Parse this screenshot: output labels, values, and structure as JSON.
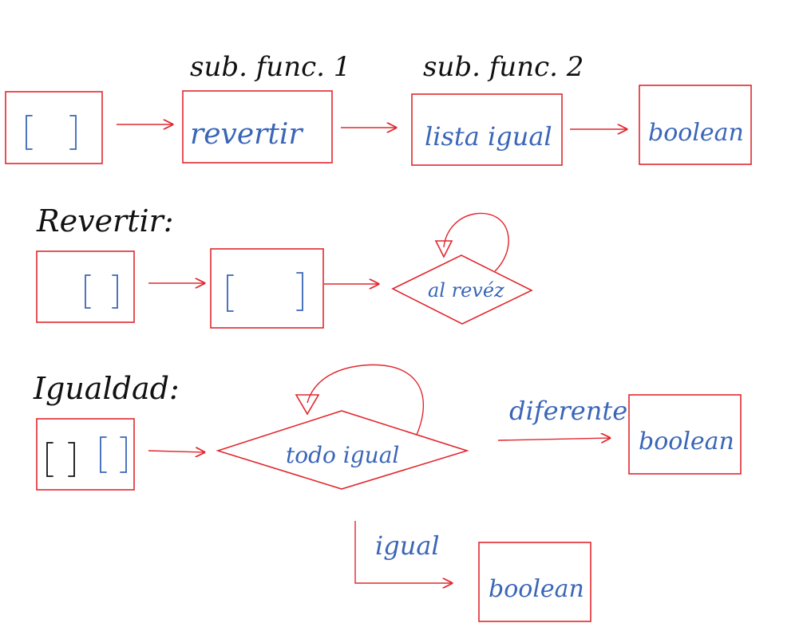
{
  "colors": {
    "ink_black": "#111111",
    "ink_blue": "#3a66b8",
    "ink_red": "#e0282e"
  },
  "top_flow": {
    "label_sub1": "sub. func. 1",
    "label_sub2": "sub. func. 2",
    "node_revertir": "revertir",
    "node_lista_igual": "lista igual",
    "node_boolean": "boolean"
  },
  "section_revertir": {
    "heading": "Revertir:",
    "decision": "al revéz"
  },
  "section_igualdad": {
    "heading": "Igualdad:",
    "decision": "todo igual",
    "branch_diferente": "diferente",
    "node_boolean_diferente": "boolean",
    "branch_igual": "igual",
    "node_boolean_igual": "boolean"
  }
}
